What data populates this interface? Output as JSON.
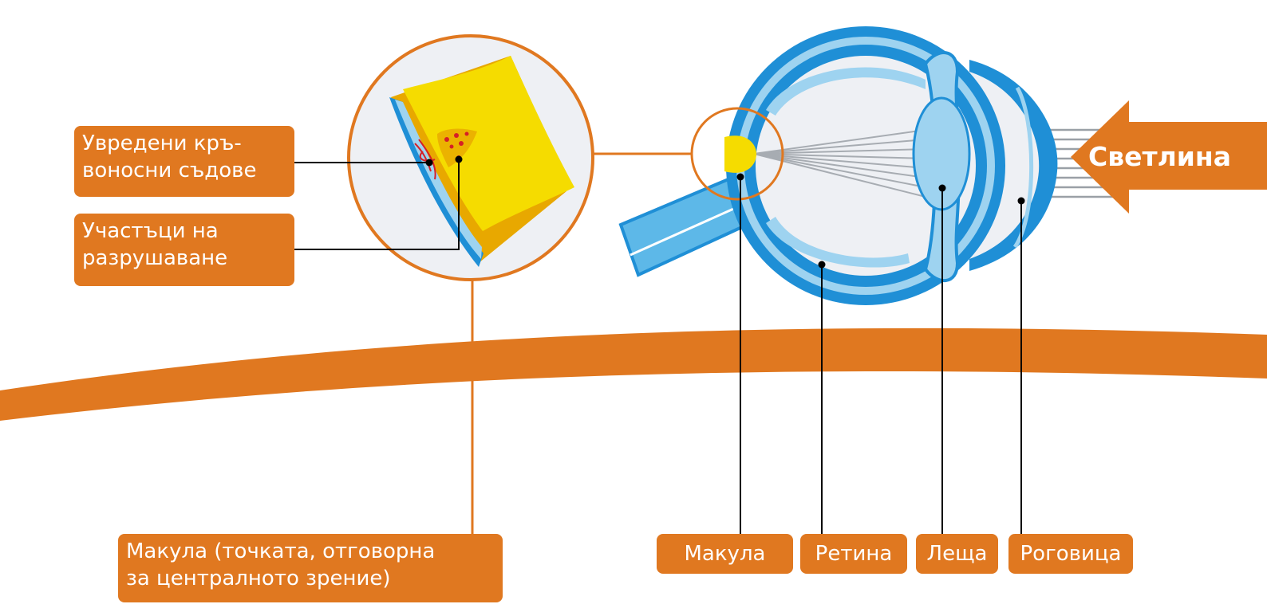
{
  "colors": {
    "orange": "#E07820",
    "blue_dark": "#1F8FD6",
    "blue_light": "#9ED3F0",
    "blue_mid": "#5DB8E8",
    "gray_inner": "#EEF0F4",
    "yellow": "#F5DC00",
    "yellow_dark": "#E8A800",
    "red": "#D61F26"
  },
  "labels": {
    "damaged_vessels": [
      "Увредени кръ-",
      "воносни съдове"
    ],
    "destruction_areas": [
      "Участъци на",
      "разрушаване"
    ],
    "macula_description": [
      "Макула (точката, отговорна",
      "за централното зрение)"
    ],
    "macula": "Макула",
    "retina": "Ретина",
    "lens": "Леща",
    "cornea": "Роговица",
    "light": "Светлина"
  }
}
